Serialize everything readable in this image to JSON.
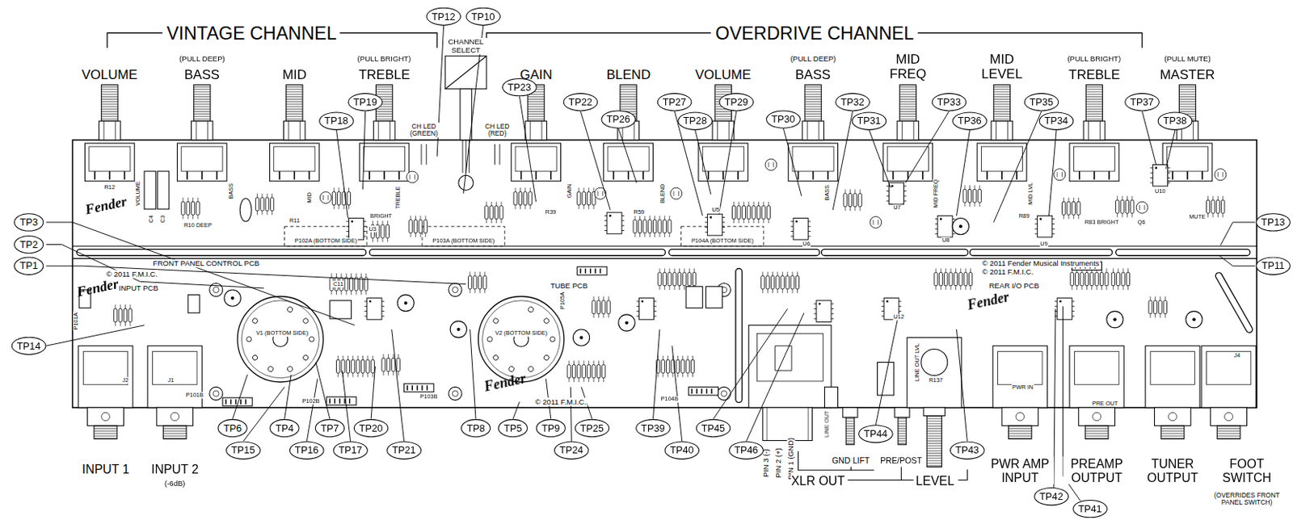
{
  "diagram": {
    "nodes": [
      {
        "text": [
          "TP12"
        ]
      },
      {
        "text": [
          "TP10"
        ]
      },
      {
        "text": [
          "TP23"
        ]
      },
      {
        "text": [
          "TP19"
        ]
      },
      {
        "text": [
          "TP18"
        ]
      },
      {
        "text": [
          "TP22"
        ]
      },
      {
        "text": [
          "TP26"
        ]
      },
      {
        "text": [
          "TP27"
        ]
      },
      {
        "text": [
          "TP28"
        ]
      },
      {
        "text": [
          "TP29"
        ]
      },
      {
        "text": [
          "TP30"
        ]
      },
      {
        "text": [
          "TP32"
        ]
      },
      {
        "text": [
          "TP31"
        ]
      },
      {
        "text": [
          "TP33"
        ]
      },
      {
        "text": [
          "TP36"
        ]
      },
      {
        "text": [
          "TP35"
        ]
      },
      {
        "text": [
          "TP34"
        ]
      },
      {
        "text": [
          "TP37"
        ]
      },
      {
        "text": [
          "TP38"
        ]
      },
      {
        "text": [
          "TP3"
        ]
      },
      {
        "text": [
          "TP13"
        ]
      },
      {
        "text": [
          "TP2"
        ]
      },
      {
        "text": [
          "TP1"
        ]
      },
      {
        "text": [
          "TP11"
        ]
      },
      {
        "text": [
          "TP14"
        ]
      },
      {
        "text": [
          "TP6"
        ]
      },
      {
        "text": [
          "TP4"
        ]
      },
      {
        "text": [
          "TP7"
        ]
      },
      {
        "text": [
          "TP20"
        ]
      },
      {
        "text": [
          "TP8"
        ]
      },
      {
        "text": [
          "TP5"
        ]
      },
      {
        "text": [
          "TP9"
        ]
      },
      {
        "text": [
          "TP25"
        ]
      },
      {
        "text": [
          "TP39"
        ]
      },
      {
        "text": [
          "TP45"
        ]
      },
      {
        "text": [
          "TP15"
        ]
      },
      {
        "text": [
          "TP16"
        ]
      },
      {
        "text": [
          "TP17"
        ]
      },
      {
        "text": [
          "TP21"
        ]
      },
      {
        "text": [
          "TP24"
        ]
      },
      {
        "text": [
          "TP40"
        ]
      },
      {
        "text": [
          "TP46"
        ]
      },
      {
        "text": [
          "TP44"
        ]
      },
      {
        "text": [
          "TP43"
        ]
      },
      {
        "text": [
          "TP42"
        ]
      },
      {
        "text": [
          "TP41"
        ]
      }
    ],
    "labels": [
      "VINTAGE CHANNEL",
      "OVERDRIVE CHANNEL",
      "VOLUME",
      "(PULL DEEP)",
      "BASS",
      "MID",
      "(PULL BRIGHT)",
      "TREBLE",
      "CHANNEL SELECT",
      "CH LED (GREEN)",
      "CH LED (RED)",
      "GAIN",
      "BLEND",
      "VOLUME",
      "(PULL DEEP)",
      "BASS",
      "MID FREQ",
      "MID LEVEL",
      "(PULL BRIGHT)",
      "TREBLE",
      "(PULL MUTE)",
      "MASTER",
      "FRONT PANEL CONTROL PCB",
      "© 2011 Fender Musical Instruments",
      "© 2011 F.M.I.C.",
      "INPUT PCB",
      "Fender",
      "Fender",
      "TUBE PCB",
      "Fender",
      "© 2011 F.M.I.C.",
      "© 2011 F.M.I.C.",
      "REAR I/O PCB",
      "Fender",
      "V1 (BOTTOM SIDE)",
      "V2 (BOTTOM SIDE)",
      "INPUT 1",
      "INPUT 2",
      "(-6dB)",
      "PIN 3 (-)",
      "PIN 2 (+)",
      "PIN 1 (GND)",
      "GND LIFT",
      "PRE/POST",
      "XLR OUT",
      "LEVEL",
      "PWR AMP INPUT",
      "PREAMP OUTPUT",
      "TUNER OUTPUT",
      "FOOT SWITCH",
      "(OVERRIDES FRONT PANEL SWITCH)",
      "R12",
      "VOLUME",
      "BASS",
      "R11",
      "MID",
      "TREBLE",
      "C4",
      "C3",
      "R10 DEEP",
      "BRIGHT",
      "U3",
      "R39",
      "GAIN",
      "R59",
      "BLEND",
      "U5",
      "BASS",
      "U6",
      "U7",
      "MID FREQ",
      "U8",
      "R89",
      "MID LVL",
      "U9",
      "R83 BRIGHT",
      "U10",
      "MUTE",
      "Q6",
      "P101A",
      "P102A (BOTTOM SIDE)",
      "P103A (BOTTOM SIDE)",
      "P104A (BOTTOM SIDE)",
      "P101B",
      "P102B",
      "P103B",
      "P104B",
      "P105A",
      "J1",
      "J2",
      "C11",
      "R137",
      "U12",
      "LINE OUT",
      "LINE OUT LVL",
      "PWR IN",
      "PRE OUT",
      "J4"
    ]
  }
}
